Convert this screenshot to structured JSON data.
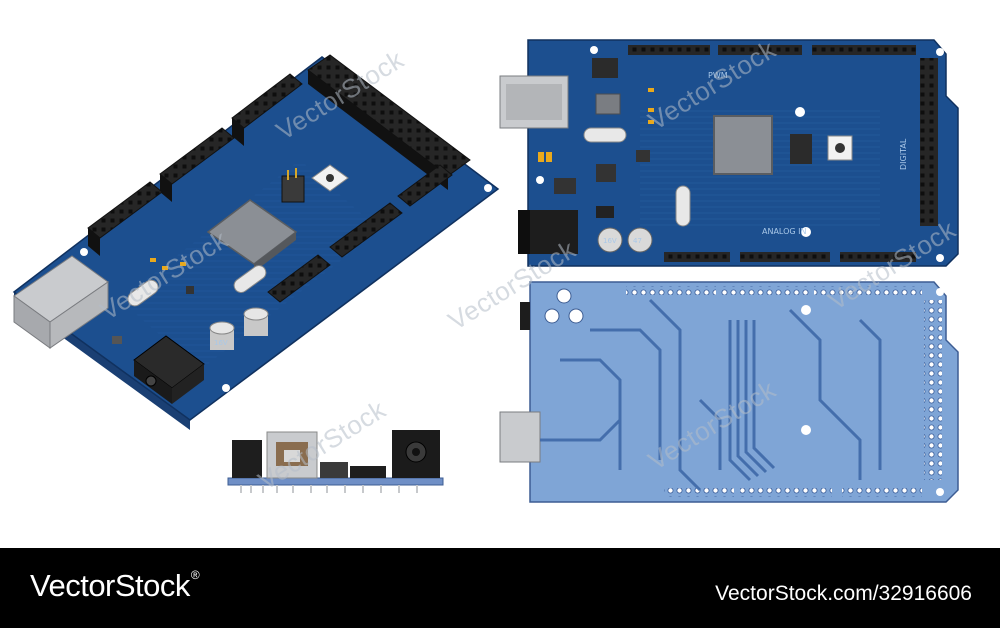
{
  "board_labels": {
    "pwm": "PWM",
    "analog_in": "ANALOG IN",
    "digital": "DIGITAL",
    "cap_rating": "16V",
    "cap_value": "47"
  },
  "watermark": "VectorStock",
  "footer": {
    "brand": "VectorStock",
    "registered": "®",
    "url": "VectorStock.com/32916606"
  },
  "colors": {
    "board_top": "#1c4f8f",
    "board_bottom": "#7fa5d6",
    "header": "#2b2b2b",
    "chip": "#8b8f95",
    "footer_bg": "#000000"
  }
}
